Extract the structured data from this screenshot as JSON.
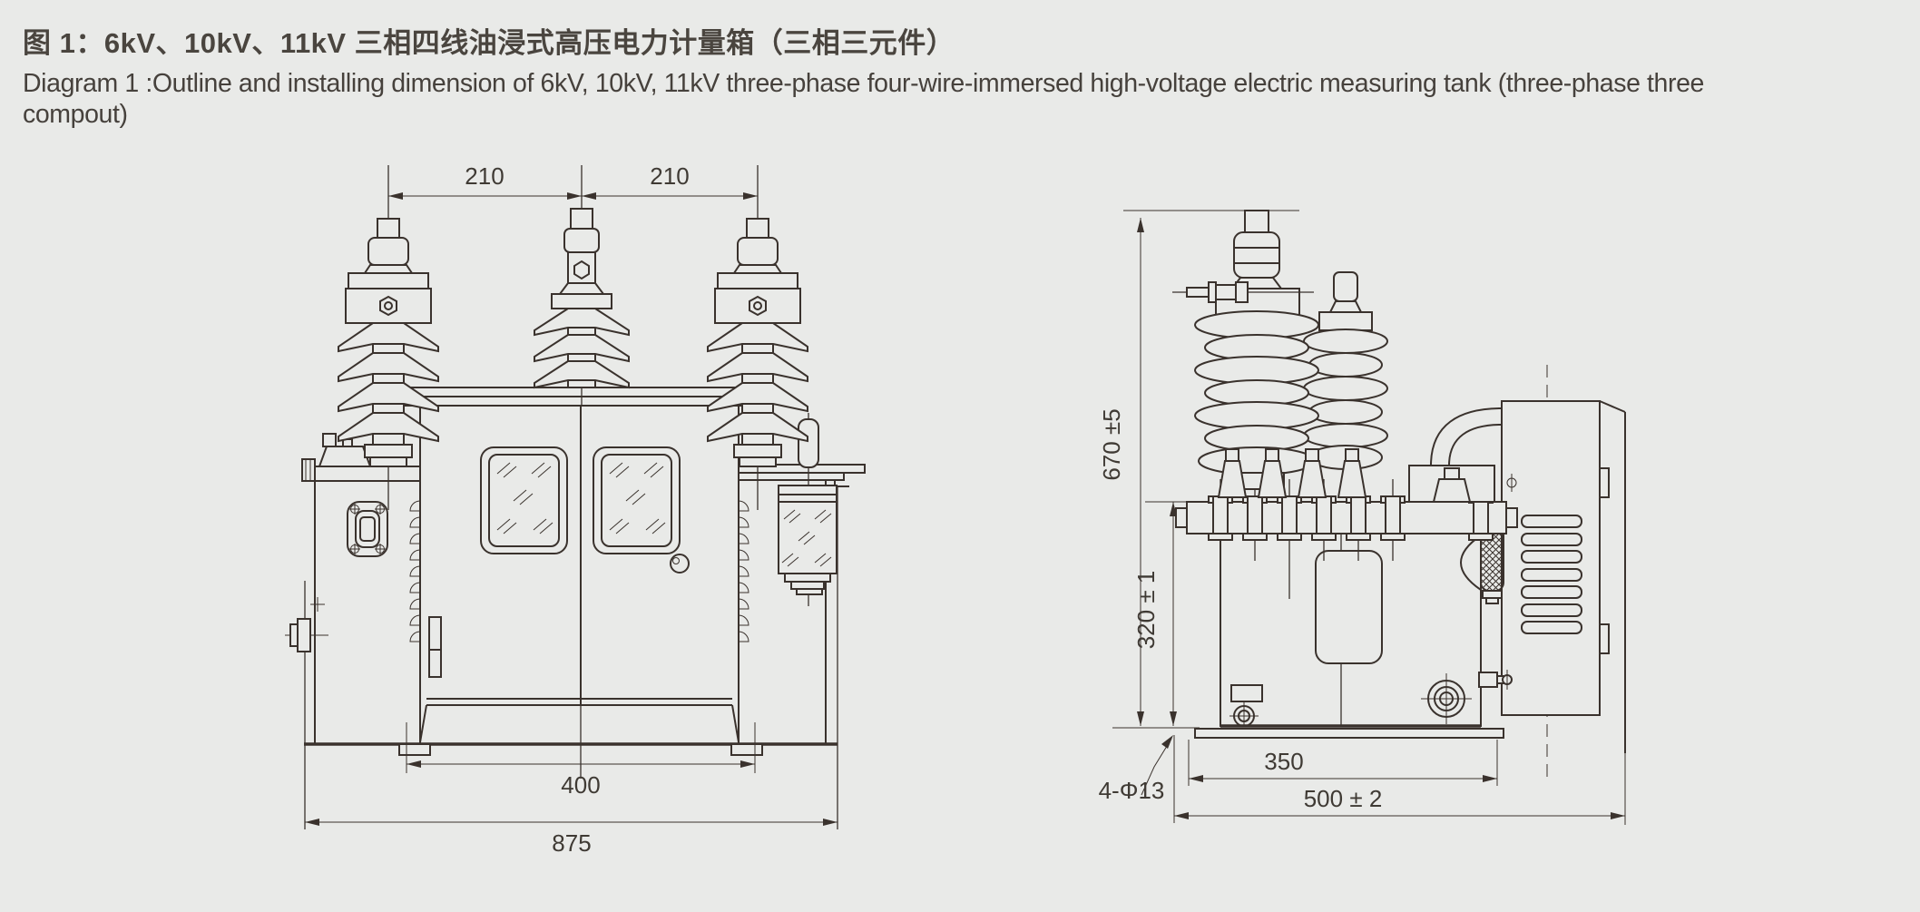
{
  "header": {
    "title_zh": "图 1：6kV、10kV、11kV 三相四线油浸式高压电力计量箱（三相三元件）",
    "subtitle_en_line1": "Diagram 1 :Outline and installing dimension of 6kV, 10kV, 11kV three-phase four-wire-immersed high-voltage electric measuring tank (three-phase three",
    "subtitle_en_line2": "compout)"
  },
  "front_view": {
    "name": "front view of measuring tank",
    "dims": {
      "bushing_spacing_left": "210",
      "bushing_spacing_right": "210",
      "foot_spacing": "400",
      "overall_width": "875"
    }
  },
  "side_view": {
    "name": "side view of measuring tank with meter box",
    "dims": {
      "overall_height": "670 ±5",
      "tank_height": "320 ± 1",
      "base_width": "350",
      "overall_depth": "500 ± 2",
      "mounting_holes": "4-Φ13"
    }
  },
  "colors": {
    "background": "#e9eae8",
    "line": "#3a322d",
    "text": "#44403b"
  }
}
